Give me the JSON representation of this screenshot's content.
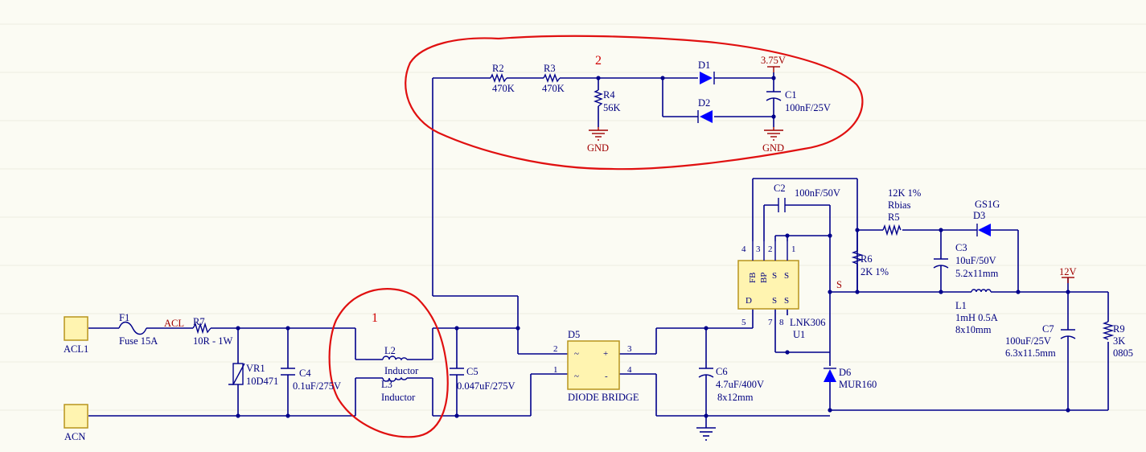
{
  "markers": {
    "one": "1",
    "two": "2"
  },
  "connectors": {
    "acl1": "ACL1",
    "acn": "ACN"
  },
  "nets": {
    "acl": "ACL",
    "v375": "3.75V",
    "v12": "12V",
    "gnd_r4": "GND",
    "gnd_c1": "GND",
    "s": "S"
  },
  "components": {
    "f1": {
      "ref": "F1",
      "value": "Fuse 15A"
    },
    "r7": {
      "ref": "R7",
      "value": "10R - 1W"
    },
    "vr1": {
      "ref": "VR1",
      "value": "10D471"
    },
    "c4": {
      "ref": "C4",
      "value": "0.1uF/275V"
    },
    "l2": {
      "ref": "L2",
      "value": "Inductor"
    },
    "l3": {
      "ref": "L3",
      "value": "Inductor"
    },
    "c5": {
      "ref": "C5",
      "value": "0.047uF/275V"
    },
    "d5": {
      "ref": "D5",
      "value": "DIODE BRIDGE",
      "pin1": "1",
      "pin2": "2",
      "pin3": "3",
      "pin4": "4",
      "sym_ac1": "~",
      "sym_ac2": "~",
      "sym_plus": "+",
      "sym_minus": "-"
    },
    "c6": {
      "ref": "C6",
      "value": "4.7uF/400V",
      "size": "8x12mm"
    },
    "u1": {
      "ref": "U1",
      "value": "LNK306",
      "pin_d": "D",
      "pin_fb": "FB",
      "pin_bp": "BP",
      "pin_s1": "S",
      "pin_s2": "S",
      "pin_s3": "S",
      "pin_s4": "S",
      "p1": "1",
      "p2": "2",
      "p3": "3",
      "p4": "4",
      "p5": "5",
      "p7": "7",
      "p8": "8"
    },
    "c2": {
      "ref": "C2",
      "value": "100nF/50V"
    },
    "r5": {
      "ref": "R5",
      "value": "12K 1%",
      "name": "Rbias"
    },
    "d3": {
      "ref": "D3",
      "value": "GS1G"
    },
    "r6": {
      "ref": "R6",
      "value": "2K 1%"
    },
    "c3": {
      "ref": "C3",
      "value": "10uF/50V",
      "size": "5.2x11mm"
    },
    "l1": {
      "ref": "L1",
      "value": "1mH 0.5A",
      "size": "8x10mm"
    },
    "d6": {
      "ref": "D6",
      "value": "MUR160"
    },
    "c7": {
      "ref": "C7",
      "value": "100uF/25V",
      "size": "6.3x11.5mm"
    },
    "r9": {
      "ref": "R9",
      "value": "3K",
      "size": "0805"
    },
    "r2": {
      "ref": "R2",
      "value": "470K"
    },
    "r3": {
      "ref": "R3",
      "value": "470K"
    },
    "r4": {
      "ref": "R4",
      "value": "56K"
    },
    "d1": {
      "ref": "D1"
    },
    "d2": {
      "ref": "D2"
    },
    "c1": {
      "ref": "C1",
      "value": "100nF/25V"
    }
  },
  "colors": {
    "background": "#fbfbf3",
    "wire": "#00008b",
    "label": "#000080",
    "net_label": "#a00000",
    "annotation": "#e01010",
    "component_fill": "#fff4b0",
    "component_border": "#b8941c"
  }
}
